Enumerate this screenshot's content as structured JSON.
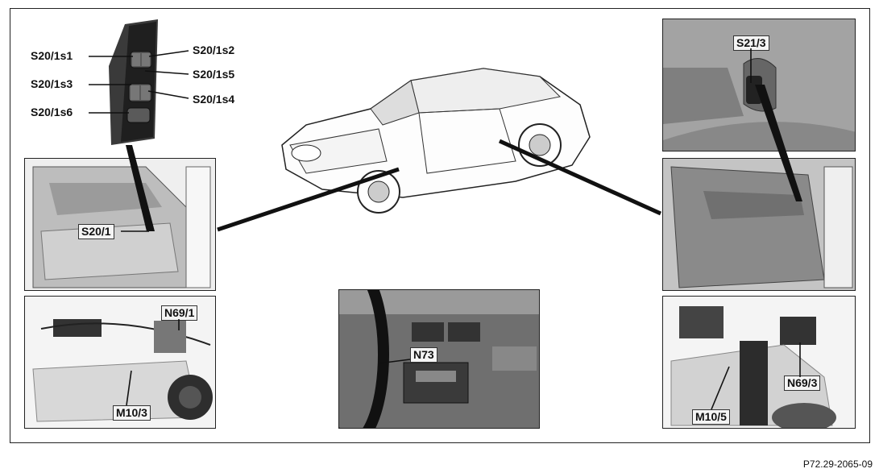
{
  "switch_labels": {
    "s1": "S20/1s1",
    "s2": "S20/1s2",
    "s3": "S20/1s3",
    "s5": "S20/1s5",
    "s6": "S20/1s6",
    "s4": "S20/1s4"
  },
  "photo_labels": {
    "front_door": "S20/1",
    "rear_switch": "S21/3",
    "front_module": "N69/1",
    "front_motor": "M10/3",
    "center_console": "N73",
    "rear_module": "N69/3",
    "rear_motor": "M10/5"
  },
  "figure_code": "P72.29-2065-09",
  "colors": {
    "line": "#111111",
    "photo_bg": "#8a8a8a",
    "label_bg": "#f4f4f4"
  }
}
